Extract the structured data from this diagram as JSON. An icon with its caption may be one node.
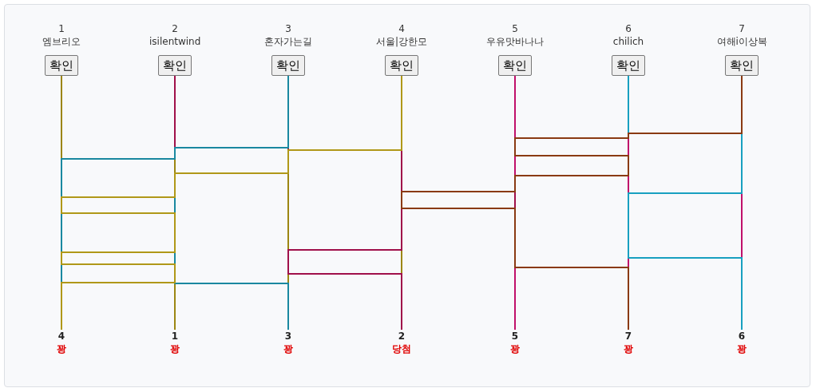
{
  "diagram": {
    "nodes": [
      {
        "text": [
          "확인"
        ],
        "beside": [
          "1",
          "엠브리오"
        ]
      },
      {
        "text": [
          "확인"
        ],
        "beside": [
          "2",
          "isilentwind"
        ]
      },
      {
        "text": [
          "확인"
        ],
        "beside": [
          "3",
          "혼자가는길"
        ]
      },
      {
        "text": [
          "확인"
        ],
        "beside": [
          "4",
          "서울|강한모"
        ]
      },
      {
        "text": [
          "확인"
        ],
        "beside": [
          "5",
          "우유맛바나나"
        ]
      },
      {
        "text": [
          "확인"
        ],
        "beside": [
          "6",
          "chilich"
        ]
      },
      {
        "text": [
          "확인"
        ],
        "beside": [
          "7",
          "여해i이상복"
        ]
      },
      {
        "text": [
          "4",
          "꽝"
        ]
      },
      {
        "text": [
          "1",
          "꽝"
        ]
      },
      {
        "text": [
          "3",
          "꽝"
        ]
      },
      {
        "text": [
          "2",
          "당첨"
        ]
      },
      {
        "text": [
          "5",
          "꽝"
        ]
      },
      {
        "text": [
          "7",
          "꽝"
        ]
      },
      {
        "text": [
          "6",
          "꽝"
        ]
      }
    ],
    "edges": [
      {
        "from": 0,
        "to": 8,
        "arrow": "none",
        "color": "#9c8612"
      },
      {
        "from": 1,
        "to": 10,
        "arrow": "none",
        "color": "#a0104a"
      },
      {
        "from": 2,
        "to": 9,
        "arrow": "none",
        "color": "#1a88a0"
      },
      {
        "from": 3,
        "to": 7,
        "arrow": "none",
        "color": "#b09818"
      },
      {
        "from": 4,
        "to": 11,
        "arrow": "none",
        "color": "#c0106a"
      },
      {
        "from": 5,
        "to": 13,
        "arrow": "none",
        "color": "#18a0c0"
      },
      {
        "from": 6,
        "to": 12,
        "arrow": "none",
        "color": "#8a3a12"
      }
    ]
  }
}
